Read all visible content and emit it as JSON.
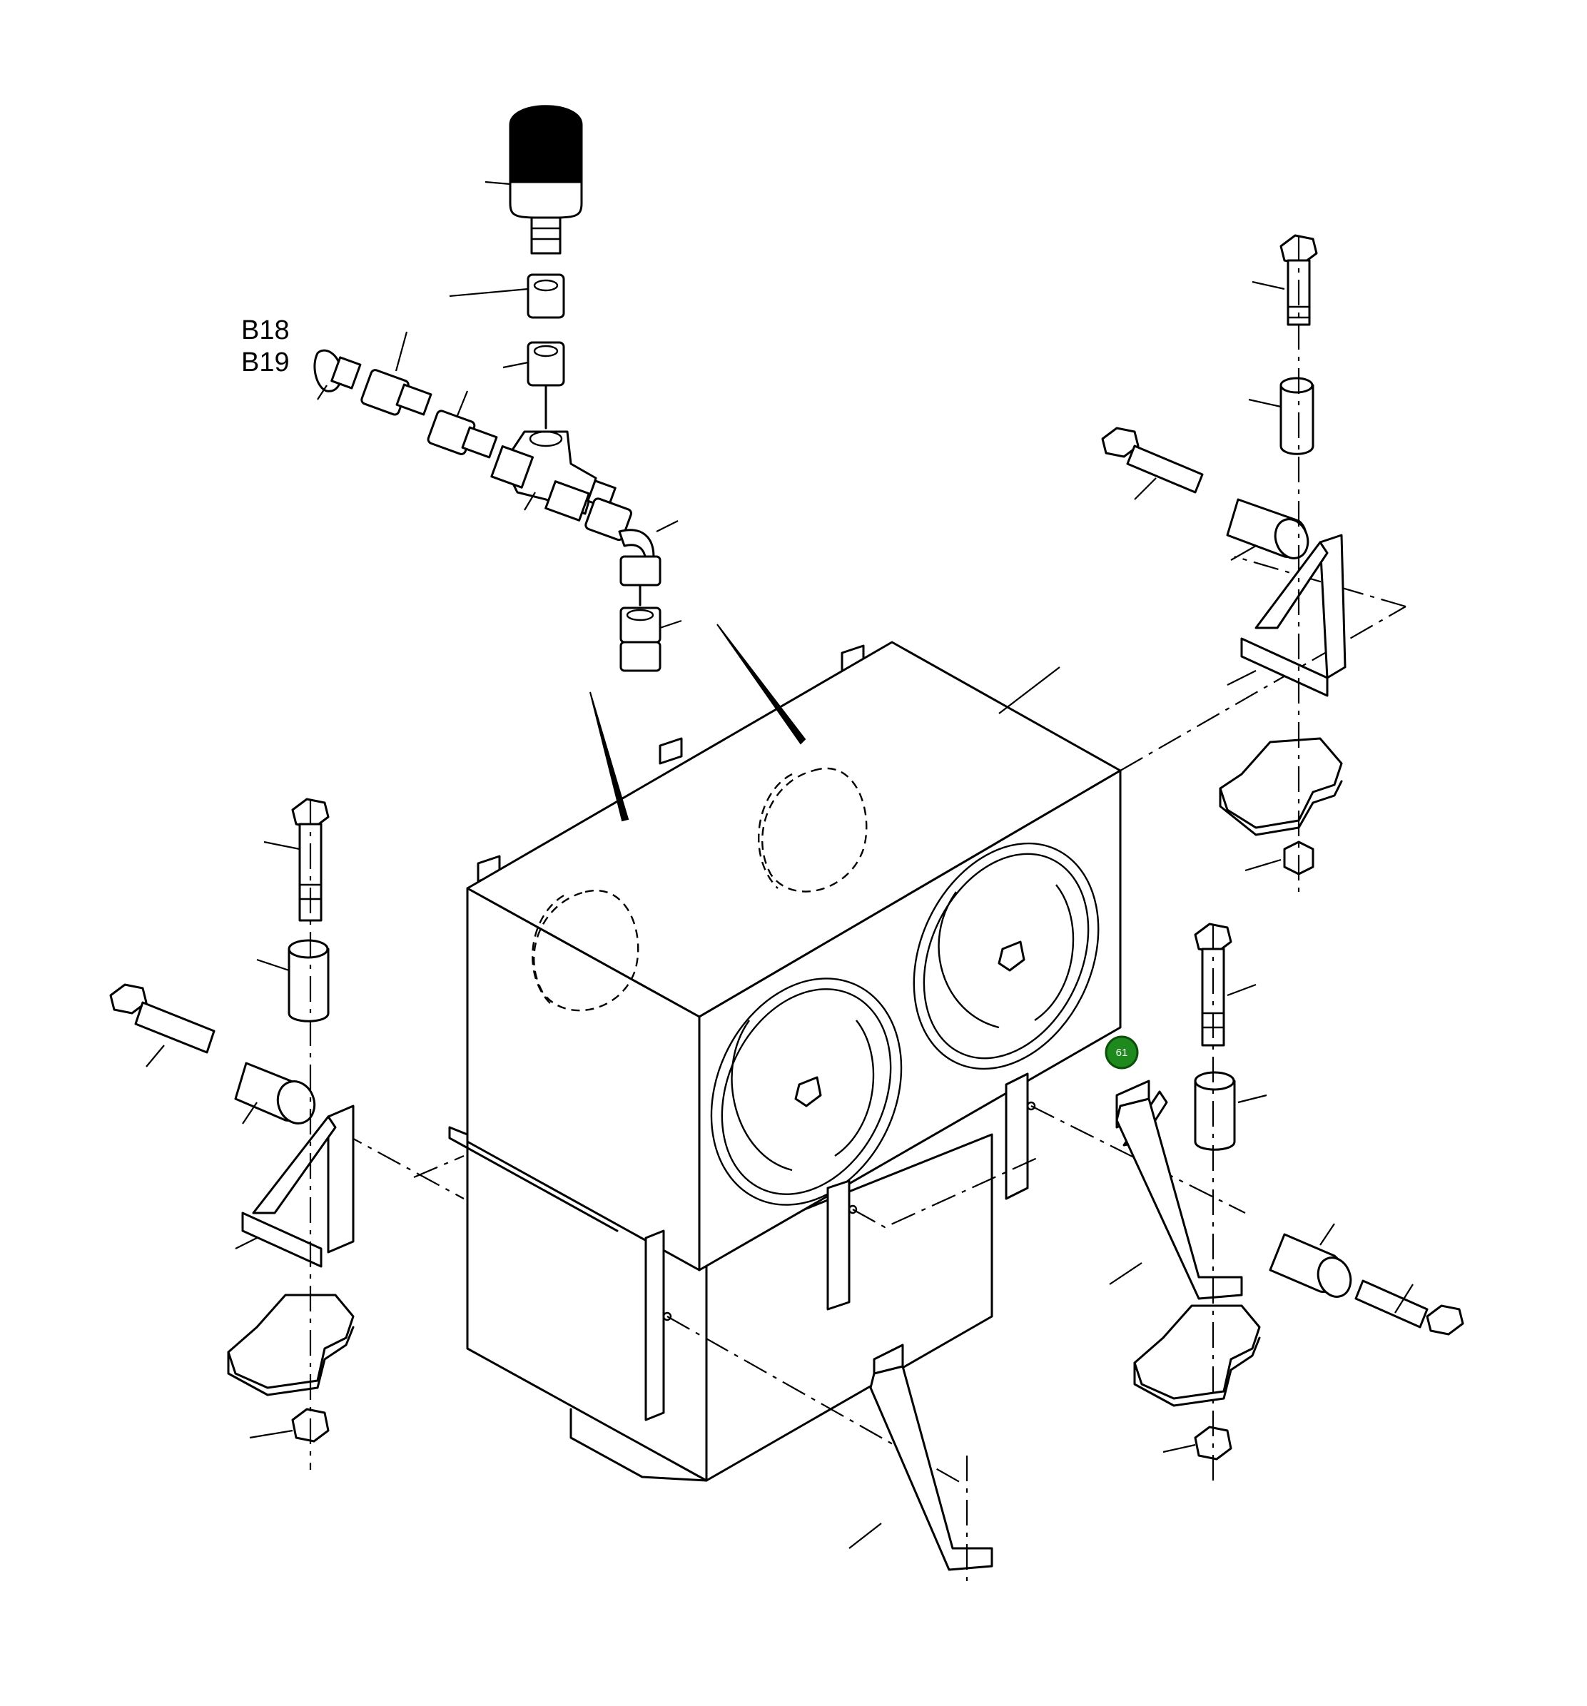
{
  "diagram": {
    "ref_labels": [
      "B18",
      "B19"
    ],
    "callout": {
      "number": "61",
      "color": "#1e8a1e",
      "border": "#0b4f0b"
    }
  }
}
